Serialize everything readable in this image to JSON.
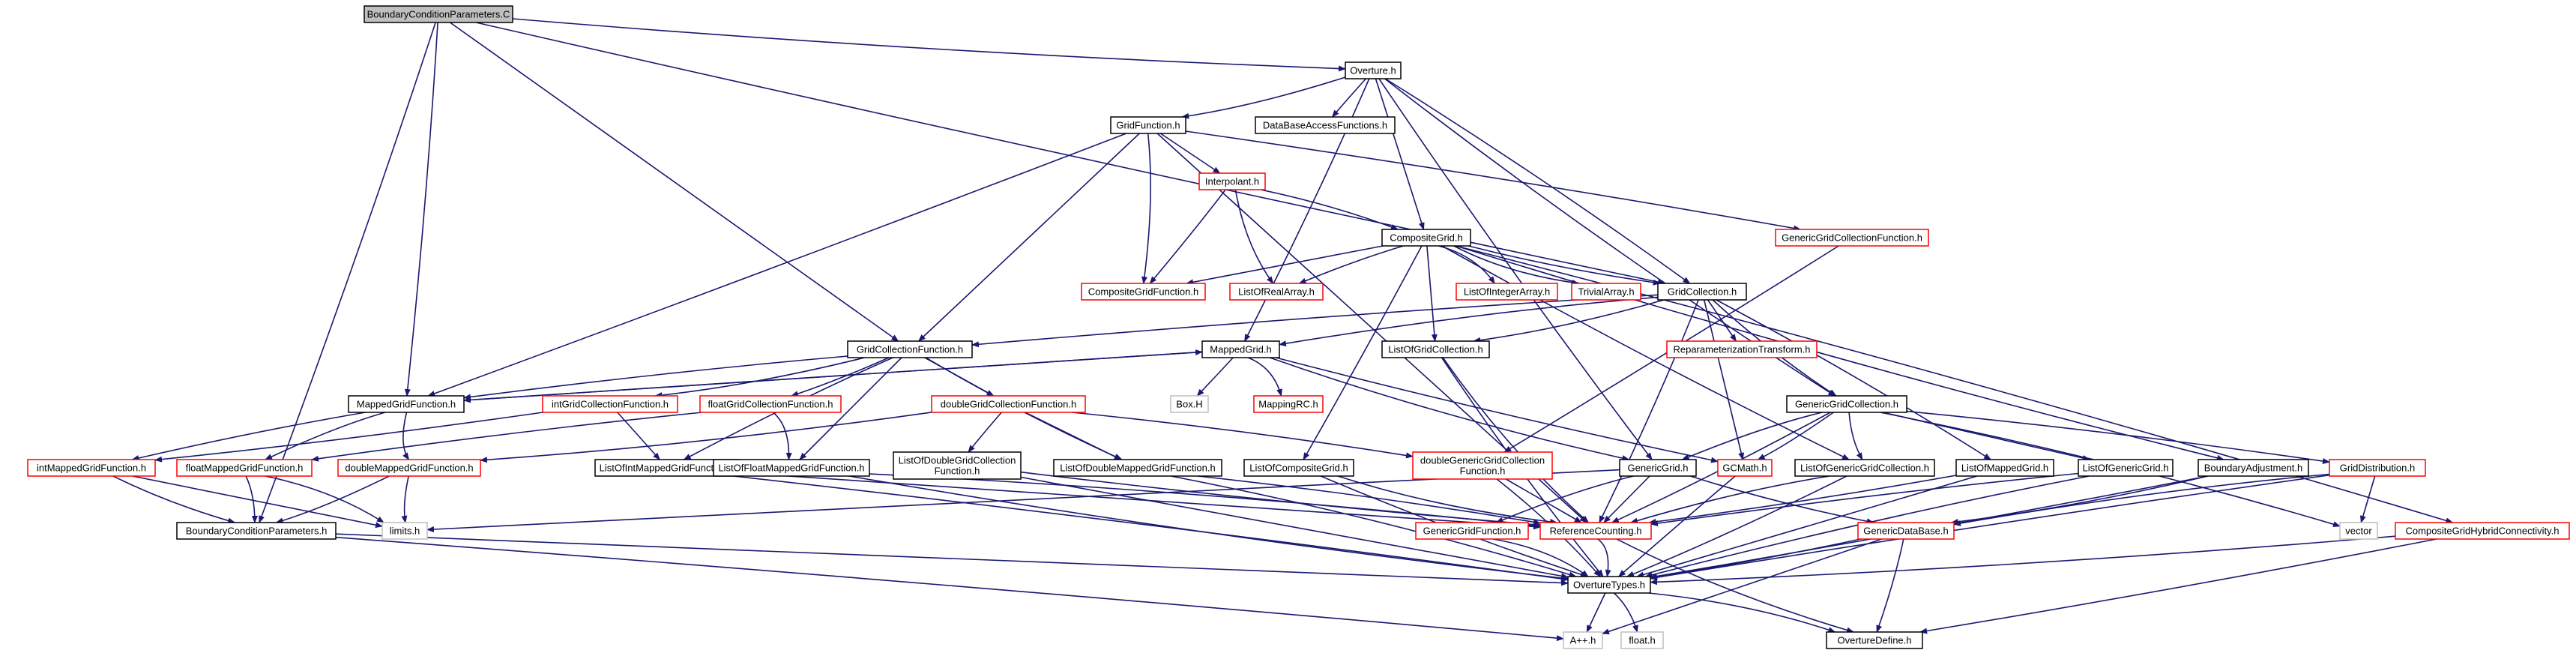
{
  "colors": {
    "black": "#000000",
    "red": "#ff0000",
    "gray": "#bfbfbf",
    "root_fill": "#bfbfbf",
    "edge": "#191970"
  },
  "nodes": [
    {
      "id": "bcp_c",
      "label": "BoundaryConditionParameters.C",
      "border": "black",
      "root": true
    },
    {
      "id": "overture",
      "label": "Overture.h",
      "border": "black"
    },
    {
      "id": "gridfunction",
      "label": "GridFunction.h",
      "border": "black"
    },
    {
      "id": "dbaccess",
      "label": "DataBaseAccessFunctions.h",
      "border": "black"
    },
    {
      "id": "interpolant",
      "label": "Interpolant.h",
      "border": "red"
    },
    {
      "id": "genericgcf",
      "label": "GenericGridCollectionFunction.h",
      "border": "red"
    },
    {
      "id": "compositegrid",
      "label": "CompositeGrid.h",
      "border": "black"
    },
    {
      "id": "compositegf",
      "label": "CompositeGridFunction.h",
      "border": "red"
    },
    {
      "id": "listofrealarray",
      "label": "ListOfRealArray.h",
      "border": "red"
    },
    {
      "id": "listofintegerarray",
      "label": "ListOfIntegerArray.h",
      "border": "red"
    },
    {
      "id": "trivialarray",
      "label": "TrivialArray.h",
      "border": "red"
    },
    {
      "id": "gridcollection",
      "label": "GridCollection.h",
      "border": "black"
    },
    {
      "id": "reparam",
      "label": "ReparameterizationTransform.h",
      "border": "red"
    },
    {
      "id": "gcf",
      "label": "GridCollectionFunction.h",
      "border": "black"
    },
    {
      "id": "mappedgrid",
      "label": "MappedGrid.h",
      "border": "black"
    },
    {
      "id": "listofgridcollection",
      "label": "ListOfGridCollection.h",
      "border": "black"
    },
    {
      "id": "mappedgridfunction",
      "label": "MappedGridFunction.h",
      "border": "black"
    },
    {
      "id": "intgcf",
      "label": "intGridCollectionFunction.h",
      "border": "red"
    },
    {
      "id": "floatgcf",
      "label": "floatGridCollectionFunction.h",
      "border": "red"
    },
    {
      "id": "doublegcf",
      "label": "doubleGridCollectionFunction.h",
      "border": "red"
    },
    {
      "id": "boxh",
      "label": "Box.H",
      "border": "gray"
    },
    {
      "id": "mappingrc",
      "label": "MappingRC.h",
      "border": "red"
    },
    {
      "id": "genericgridcollection",
      "label": "GenericGridCollection.h",
      "border": "black"
    },
    {
      "id": "intmgf",
      "label": "intMappedGridFunction.h",
      "border": "red"
    },
    {
      "id": "floatmgf",
      "label": "floatMappedGridFunction.h",
      "border": "red"
    },
    {
      "id": "doublemgf",
      "label": "doubleMappedGridFunction.h",
      "border": "red"
    },
    {
      "id": "listofintmgf",
      "label": "ListOfIntMappedGridFunction.h",
      "border": "black"
    },
    {
      "id": "listoffloatmgf",
      "label": "ListOfFloatMappedGridFunction.h",
      "border": "black"
    },
    {
      "id": "listofdoublegcf",
      "label": [
        "ListOfDoubleGridCollection",
        "Function.h"
      ],
      "border": "black"
    },
    {
      "id": "listofdoublemgf",
      "label": "ListOfDoubleMappedGridFunction.h",
      "border": "black"
    },
    {
      "id": "listofcompositegrid",
      "label": "ListOfCompositeGrid.h",
      "border": "black"
    },
    {
      "id": "doublegenericgcf",
      "label": [
        "doubleGenericGridCollection",
        "Function.h"
      ],
      "border": "red"
    },
    {
      "id": "genericgrid",
      "label": "GenericGrid.h",
      "border": "black"
    },
    {
      "id": "gcmath",
      "label": "GCMath.h",
      "border": "red"
    },
    {
      "id": "listofgenericgridcollection",
      "label": "ListOfGenericGridCollection.h",
      "border": "black"
    },
    {
      "id": "listofmappedgrid",
      "label": "ListOfMappedGrid.h",
      "border": "black"
    },
    {
      "id": "listofgenericgrid",
      "label": "ListOfGenericGrid.h",
      "border": "black"
    },
    {
      "id": "boundaryadjustment",
      "label": "BoundaryAdjustment.h",
      "border": "black"
    },
    {
      "id": "griddistribution",
      "label": "GridDistribution.h",
      "border": "red"
    },
    {
      "id": "bcp_h",
      "label": "BoundaryConditionParameters.h",
      "border": "black"
    },
    {
      "id": "limits",
      "label": "limits.h",
      "border": "gray"
    },
    {
      "id": "genericgridfunction",
      "label": "GenericGridFunction.h",
      "border": "red"
    },
    {
      "id": "referencecounting",
      "label": "ReferenceCounting.h",
      "border": "red"
    },
    {
      "id": "genericdatabase",
      "label": "GenericDataBase.h",
      "border": "red"
    },
    {
      "id": "vector",
      "label": "vector",
      "border": "gray"
    },
    {
      "id": "compositegridhybrid",
      "label": "CompositeGridHybridConnectivity.h",
      "border": "red"
    },
    {
      "id": "overturetypes",
      "label": "OvertureTypes.h",
      "border": "black"
    },
    {
      "id": "aplusplus",
      "label": "A++.h",
      "border": "gray"
    },
    {
      "id": "floath",
      "label": "float.h",
      "border": "gray"
    },
    {
      "id": "overturedefine",
      "label": "OvertureDefine.h",
      "border": "black"
    }
  ],
  "edges": [
    [
      "bcp_c",
      "overture"
    ],
    [
      "bcp_c",
      "gridcollection"
    ],
    [
      "bcp_c",
      "gcf"
    ],
    [
      "bcp_c",
      "mappedgridfunction"
    ],
    [
      "bcp_c",
      "bcp_h"
    ],
    [
      "overture",
      "gridfunction"
    ],
    [
      "overture",
      "dbaccess"
    ],
    [
      "overture",
      "compositegrid"
    ],
    [
      "overture",
      "gridcollection"
    ],
    [
      "overture",
      "mappedgrid"
    ],
    [
      "overture",
      "genericgridcollection"
    ],
    [
      "overture",
      "genericgrid"
    ],
    [
      "gridfunction",
      "interpolant"
    ],
    [
      "gridfunction",
      "genericgcf"
    ],
    [
      "gridfunction",
      "compositegf"
    ],
    [
      "gridfunction",
      "gcf"
    ],
    [
      "gridfunction",
      "mappedgridfunction"
    ],
    [
      "gridfunction",
      "referencecounting"
    ],
    [
      "interpolant",
      "compositegrid"
    ],
    [
      "interpolant",
      "compositegf"
    ],
    [
      "interpolant",
      "listofrealarray"
    ],
    [
      "genericgcf",
      "doublegenericgcf"
    ],
    [
      "compositegrid",
      "compositegf"
    ],
    [
      "compositegrid",
      "listofrealarray"
    ],
    [
      "compositegrid",
      "listofintegerarray"
    ],
    [
      "compositegrid",
      "trivialarray"
    ],
    [
      "compositegrid",
      "gridcollection"
    ],
    [
      "compositegrid",
      "listofgridcollection"
    ],
    [
      "compositegrid",
      "listofcompositegrid"
    ],
    [
      "compositegrid",
      "compositegridhybrid"
    ],
    [
      "compositegrid",
      "boundaryadjustment"
    ],
    [
      "compositegrid",
      "listofgenericgridcollection"
    ],
    [
      "gridcollection",
      "reparam"
    ],
    [
      "gridcollection",
      "gcf"
    ],
    [
      "gridcollection",
      "mappedgrid"
    ],
    [
      "gridcollection",
      "listofgridcollection"
    ],
    [
      "gridcollection",
      "genericgridcollection"
    ],
    [
      "gridcollection",
      "gcmath"
    ],
    [
      "gridcollection",
      "listofmappedgrid"
    ],
    [
      "gridcollection",
      "referencecounting"
    ],
    [
      "gcf",
      "intgcf"
    ],
    [
      "gcf",
      "floatgcf"
    ],
    [
      "gcf",
      "doublegcf"
    ],
    [
      "gcf",
      "mappedgridfunction"
    ],
    [
      "gcf",
      "listofintmgf"
    ],
    [
      "gcf",
      "listoffloatmgf"
    ],
    [
      "gcf",
      "listofdoublemgf"
    ],
    [
      "mappedgrid",
      "mappedgridfunction"
    ],
    [
      "mappedgrid",
      "boxh"
    ],
    [
      "mappedgrid",
      "mappingrc"
    ],
    [
      "mappedgrid",
      "genericgrid"
    ],
    [
      "mappedgrid",
      "gcmath"
    ],
    [
      "mappedgridfunction",
      "mappedgrid"
    ],
    [
      "mappedgridfunction",
      "intmgf"
    ],
    [
      "mappedgridfunction",
      "floatmgf"
    ],
    [
      "mappedgridfunction",
      "doublemgf"
    ],
    [
      "intgcf",
      "intmgf"
    ],
    [
      "intgcf",
      "listofintmgf"
    ],
    [
      "floatgcf",
      "floatmgf"
    ],
    [
      "floatgcf",
      "listoffloatmgf"
    ],
    [
      "doublegcf",
      "doublemgf"
    ],
    [
      "doublegcf",
      "listofdoublegcf"
    ],
    [
      "doublegcf",
      "listofdoublemgf"
    ],
    [
      "doublegcf",
      "doublegenericgcf"
    ],
    [
      "genericgridcollection",
      "genericgrid"
    ],
    [
      "genericgridcollection",
      "gcmath"
    ],
    [
      "genericgridcollection",
      "listofgenericgridcollection"
    ],
    [
      "genericgridcollection",
      "listofgenericgrid"
    ],
    [
      "genericgridcollection",
      "griddistribution"
    ],
    [
      "genericgridcollection",
      "vector"
    ],
    [
      "genericgridcollection",
      "referencecounting"
    ],
    [
      "intmgf",
      "bcp_h"
    ],
    [
      "intmgf",
      "limits"
    ],
    [
      "floatmgf",
      "bcp_h"
    ],
    [
      "floatmgf",
      "limits"
    ],
    [
      "doublemgf",
      "bcp_h"
    ],
    [
      "doublemgf",
      "limits"
    ],
    [
      "listofintmgf",
      "referencecounting"
    ],
    [
      "listofintmgf",
      "overturetypes"
    ],
    [
      "listoffloatmgf",
      "referencecounting"
    ],
    [
      "listoffloatmgf",
      "overturetypes"
    ],
    [
      "listofdoublegcf",
      "referencecounting"
    ],
    [
      "listofdoublegcf",
      "overturetypes"
    ],
    [
      "listofdoublemgf",
      "referencecounting"
    ],
    [
      "listofdoublemgf",
      "overturetypes"
    ],
    [
      "listofcompositegrid",
      "referencecounting"
    ],
    [
      "listofcompositegrid",
      "overturetypes"
    ],
    [
      "doublegenericgcf",
      "referencecounting"
    ],
    [
      "doublegenericgcf",
      "overturetypes"
    ],
    [
      "genericgrid",
      "genericgridfunction"
    ],
    [
      "genericgrid",
      "referencecounting"
    ],
    [
      "genericgrid",
      "genericdatabase"
    ],
    [
      "genericgrid",
      "limits"
    ],
    [
      "gcmath",
      "overturetypes"
    ],
    [
      "listofgenericgridcollection",
      "referencecounting"
    ],
    [
      "listofgenericgridcollection",
      "overturetypes"
    ],
    [
      "listofmappedgrid",
      "referencecounting"
    ],
    [
      "listofmappedgrid",
      "overturetypes"
    ],
    [
      "listofgenericgrid",
      "referencecounting"
    ],
    [
      "listofgenericgrid",
      "overturetypes"
    ],
    [
      "boundaryadjustment",
      "genericdatabase"
    ],
    [
      "boundaryadjustment",
      "overturetypes"
    ],
    [
      "griddistribution",
      "vector"
    ],
    [
      "griddistribution",
      "overturetypes"
    ],
    [
      "griddistribution",
      "genericdatabase"
    ],
    [
      "listofgridcollection",
      "referencecounting"
    ],
    [
      "listofgridcollection",
      "overturetypes"
    ],
    [
      "bcp_h",
      "overturetypes"
    ],
    [
      "bcp_h",
      "aplusplus"
    ],
    [
      "referencecounting",
      "overturetypes"
    ],
    [
      "referencecounting",
      "overturedefine"
    ],
    [
      "genericdatabase",
      "overturetypes"
    ],
    [
      "genericdatabase",
      "aplusplus"
    ],
    [
      "genericdatabase",
      "overturedefine"
    ],
    [
      "genericgridfunction",
      "overturetypes"
    ],
    [
      "compositegridhybrid",
      "overturetypes"
    ],
    [
      "compositegridhybrid",
      "overturedefine"
    ],
    [
      "overturetypes",
      "aplusplus"
    ],
    [
      "overturetypes",
      "floath"
    ],
    [
      "overturetypes",
      "overturedefine"
    ]
  ]
}
